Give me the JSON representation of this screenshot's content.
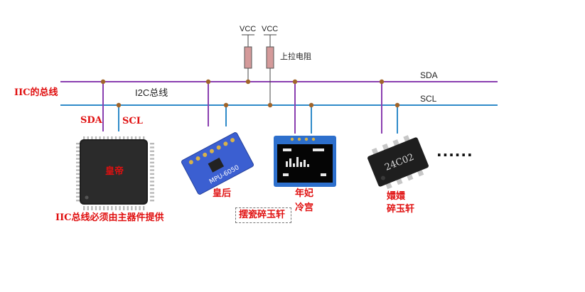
{
  "bus": {
    "sda_label": "SDA",
    "scl_label": "SCL",
    "i2c_label": "I2C总线",
    "iic_label": "IIC的总线",
    "sda_color": "#8a3fb0",
    "scl_color": "#2f8bc9",
    "node_color": "#a0642a"
  },
  "pullup": {
    "vcc_left": "VCC",
    "vcc_right": "VCC",
    "label": "上拉电阻",
    "resistor_color": "#d49a9a"
  },
  "master": {
    "sda_label": "SDA",
    "scl_label": "SCL",
    "chip_label": "皇帝",
    "caption": "IIC总线必须由主器件提供"
  },
  "devices": {
    "mpu": {
      "chip_text": "MPU-6050",
      "caption": "皇后"
    },
    "oled": {
      "caption_line1": "年妃",
      "caption_line2": "冷宫"
    },
    "eeprom": {
      "chip_text": "24C02",
      "caption_line1": "嬛嬛",
      "caption_line2": "碎玉轩"
    },
    "more": "......"
  },
  "selection_text": "摆瓷碎玉轩",
  "text_color_red": "#e01010"
}
